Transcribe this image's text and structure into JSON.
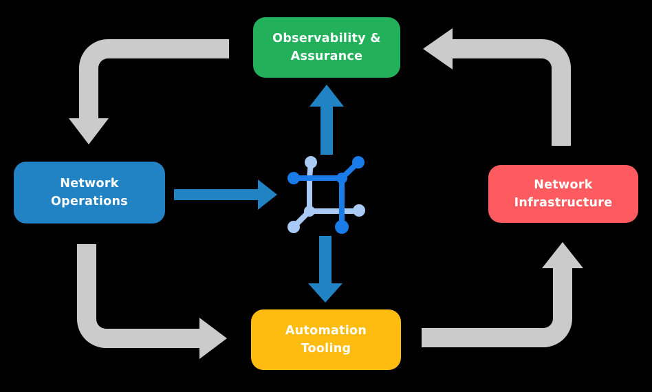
{
  "diagram": {
    "description": "Network automation cycle diagram"
  },
  "colors": {
    "background": "#000000",
    "arrow_gray": "#CBCBCB",
    "arrow_blue": "#2183C4",
    "icon_blue_dark": "#1A7CE8",
    "icon_blue_light": "#A9CAF5",
    "text": "#FFFFFF"
  },
  "nodes": {
    "observability": {
      "lines": [
        "Observability &",
        "Assurance"
      ],
      "color": "#22B05B"
    },
    "operations": {
      "lines": [
        "Network",
        "Operations"
      ],
      "color": "#2183C4"
    },
    "infrastructure": {
      "lines": [
        "Network",
        "Infrastructure"
      ],
      "color": "#FD5B5F"
    },
    "automation": {
      "lines": [
        "Automation",
        "Tooling"
      ],
      "color": "#FEBC11"
    }
  },
  "center_icon": {
    "name": "network-nodes-icon"
  },
  "flows": {
    "gray_cycle": [
      {
        "from": "Observability & Assurance",
        "to": "Network Operations"
      },
      {
        "from": "Network Operations",
        "to": "Automation Tooling"
      },
      {
        "from": "Automation Tooling",
        "to": "Network Infrastructure"
      },
      {
        "from": "Network Infrastructure",
        "to": "Observability & Assurance"
      }
    ],
    "blue_links": [
      {
        "from": "Network Operations",
        "to": "center-icon"
      },
      {
        "from": "center-icon",
        "to": "Observability & Assurance"
      },
      {
        "from": "center-icon",
        "to": "Automation Tooling"
      }
    ]
  }
}
